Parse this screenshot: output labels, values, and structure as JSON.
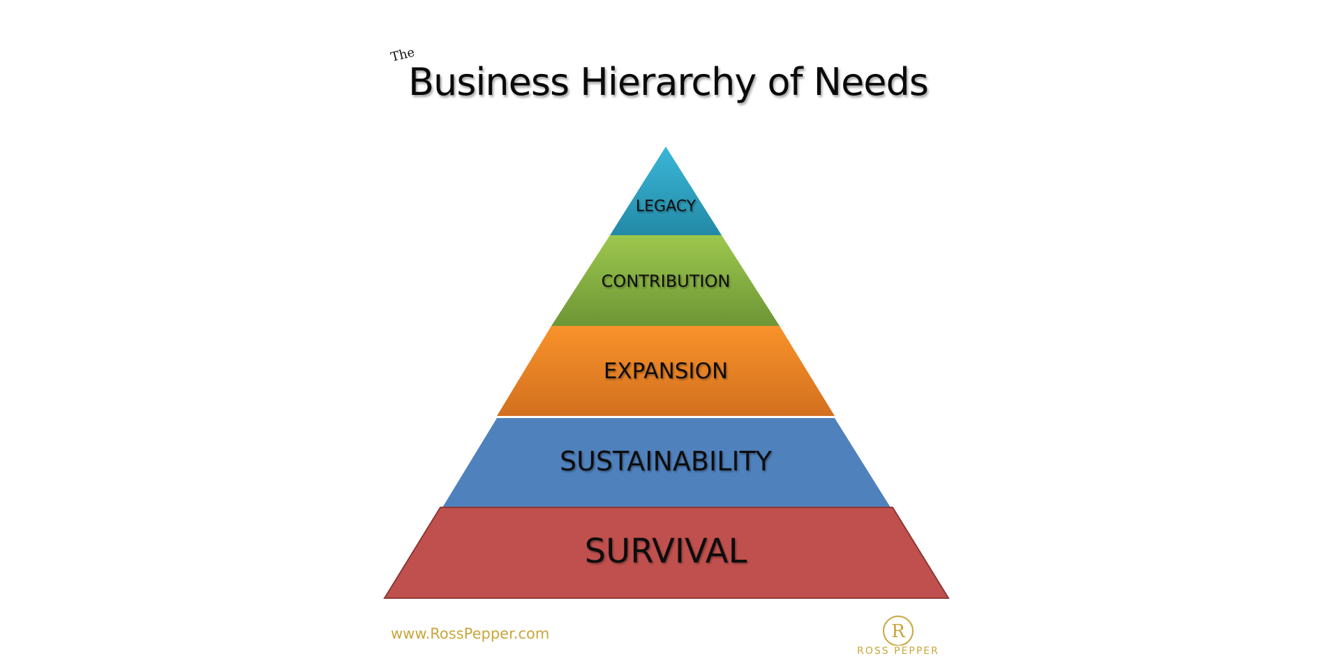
{
  "title": {
    "prefix": "The",
    "main": "Business Hierarchy of Needs"
  },
  "pyramid": {
    "levels": [
      {
        "label": "LEGACY",
        "color_top": "#3bb6d8",
        "color_bottom": "#238aa6"
      },
      {
        "label": "CONTRIBUTION",
        "color_top": "#9dc74d",
        "color_bottom": "#6d9636"
      },
      {
        "label": "EXPANSION",
        "color_top": "#f9922a",
        "color_bottom": "#d2701f"
      },
      {
        "label": "SUSTAINABILITY",
        "color_top": "#4f81bd",
        "color_bottom": "#4f81bd"
      },
      {
        "label": "SURVIVAL",
        "color_top": "#c0504d",
        "color_bottom": "#c0504d"
      }
    ]
  },
  "footer": {
    "website": "www.RossPepper.com",
    "logo_letter": "R",
    "logo_name": "ROSS PEPPER",
    "accent_color": "#c9a53a"
  }
}
